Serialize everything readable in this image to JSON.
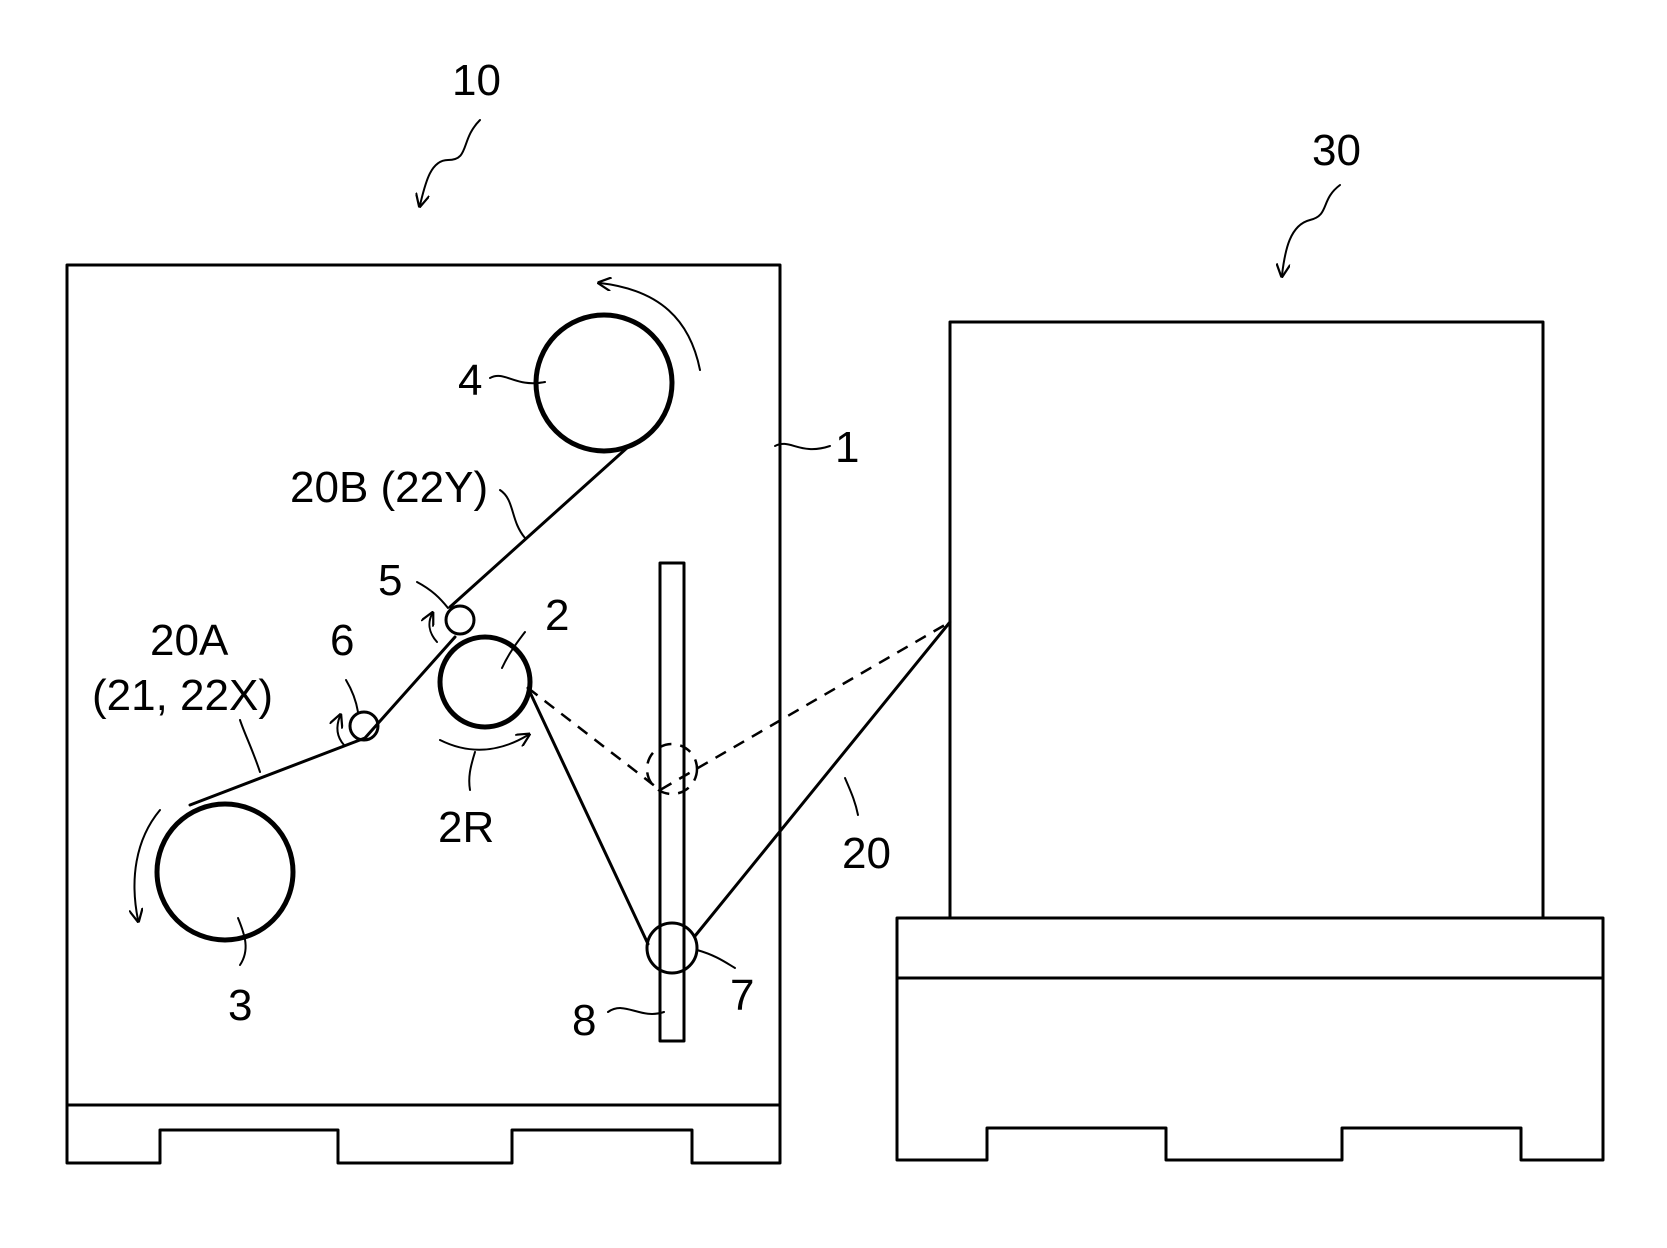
{
  "labels": {
    "device_10": "10",
    "device_30": "30",
    "frame_1": "1",
    "roll_2": "2",
    "roll_3": "3",
    "roll_4": "4",
    "roller_5": "5",
    "roller_6": "6",
    "roller_7": "7",
    "rail_8": "8",
    "film_20": "20",
    "film_20a_line1": "20A",
    "film_20a_line2": "(21, 22X)",
    "film_20b": "20B (22Y)",
    "rotation_2r": "2R"
  }
}
